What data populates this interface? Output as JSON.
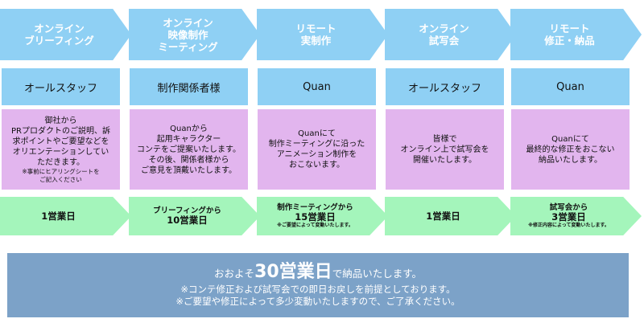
{
  "steps": [
    {
      "title": "オンライン\nブリーフィング",
      "role": "オールスタッフ",
      "desc": "御社から\nPRプロダクトのご説明、訴\n求ポイントやご要望などを\nオリエンテーションしてい\nただきます。",
      "desc_note": "※事前にヒアリングシートを\nご記入ください",
      "dur_prefix": "",
      "dur_main": "1営業日",
      "dur_note": ""
    },
    {
      "title": "オンライン\n映像制作\nミーティング",
      "role": "制作関係者様",
      "desc": "Quanから\n起用キャラクター\nコンテをご提案いたします。\nその後、関係者様から\nご意見を頂戴いたします。",
      "desc_note": "",
      "dur_prefix": "ブリーフィングから",
      "dur_main": "10営業日",
      "dur_note": ""
    },
    {
      "title": "リモート\n実制作",
      "role": "Quan",
      "desc": "Quanにて\n制作ミーティングに沿った\nアニメーション制作を\nおこないます。",
      "desc_note": "",
      "dur_prefix": "制作ミーティングから",
      "dur_main": "15営業日",
      "dur_note": "※ご要望によって変動いたします。"
    },
    {
      "title": "オンライン\n試写会",
      "role": "オールスタッフ",
      "desc": "皆様で\nオンライン上で試写会を\n開催いたします。",
      "desc_note": "",
      "dur_prefix": "",
      "dur_main": "1営業日",
      "dur_note": ""
    },
    {
      "title": "リモート\n修正・納品",
      "role": "Quan",
      "desc": "Quanにて\n最終的な修正をおこない\n納品いたします。",
      "desc_note": "",
      "dur_prefix": "試写会から",
      "dur_main": "3営業日",
      "dur_note": "※修正内容によって変動いたします。"
    }
  ],
  "summary": {
    "prefix": "おおよそ",
    "days": "30営業日",
    "suffix": "で納品いたします。",
    "note1": "※コンテ修正および試写会での即日お戻しを前提としております。",
    "note2": "※ご要望や修正によって多少変動いたしますので、ご了承ください。"
  },
  "colors": {
    "header_blue": "#8fd0f4",
    "desc_purple": "#e2b5ee",
    "duration_green": "#a4f5bb",
    "summary_blue": "#7ca2c8"
  }
}
